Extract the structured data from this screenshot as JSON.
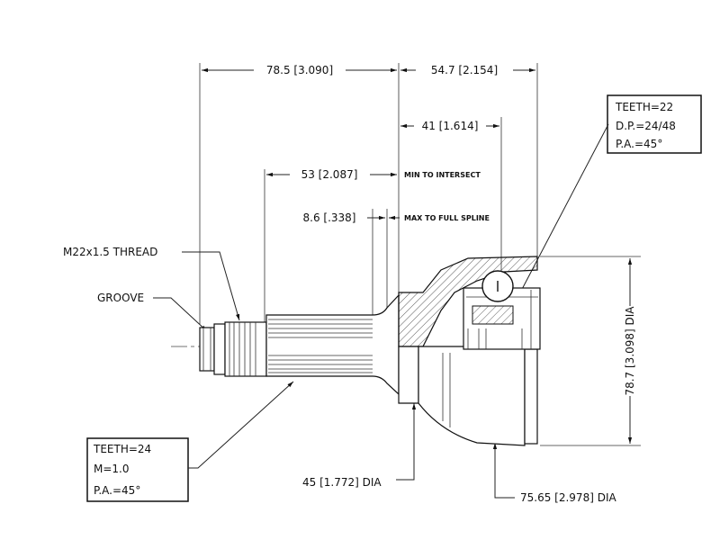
{
  "dimensions": {
    "overall_left": "78.5 [3.090]",
    "overall_right": "54.7 [2.154]",
    "bell_to_center": "41 [1.614]",
    "min_to_intersect_value": "53 [2.087]",
    "min_to_intersect_note": "MIN TO INTERSECT",
    "max_full_spline_value": "8.6 [.338]",
    "max_full_spline_note": "MAX TO FULL SPLINE",
    "outer_dia": "78.7 [3.098] DIA",
    "seal_dia": "45 [1.772] DIA",
    "bell_dia": "75.65 [2.978] DIA"
  },
  "labels": {
    "thread": "M22x1.5 THREAD",
    "groove": "GROOVE"
  },
  "inner_spline_box": {
    "teeth": "TEETH=22",
    "dp": "D.P.=24/48",
    "pa": "P.A.=45°"
  },
  "outer_spline_box": {
    "teeth": "TEETH=24",
    "module": "M=1.0",
    "pa": "P.A.=45°"
  }
}
